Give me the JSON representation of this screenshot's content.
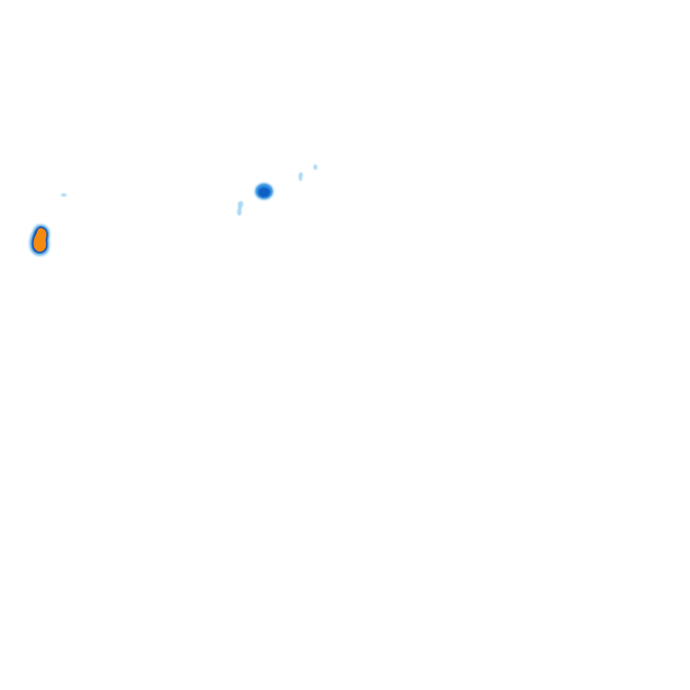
{
  "map": {
    "background_color": "#ffffff",
    "layer_type": "precipitation-radar-overlay",
    "colors": {
      "light_precip": "#a9d8f5",
      "moderate_precip": "#6cb8ec",
      "medium_precip": "#2f8fe0",
      "heavy_precip": "#0b5fc4",
      "intense_precip": "#f58a10",
      "intense_outline": "#1a4fa8"
    },
    "cells": [
      {
        "intensity": "intense"
      },
      {
        "intensity": "heavy"
      },
      {
        "intensity": "light"
      },
      {
        "intensity": "light"
      },
      {
        "intensity": "light"
      },
      {
        "intensity": "light"
      }
    ]
  }
}
